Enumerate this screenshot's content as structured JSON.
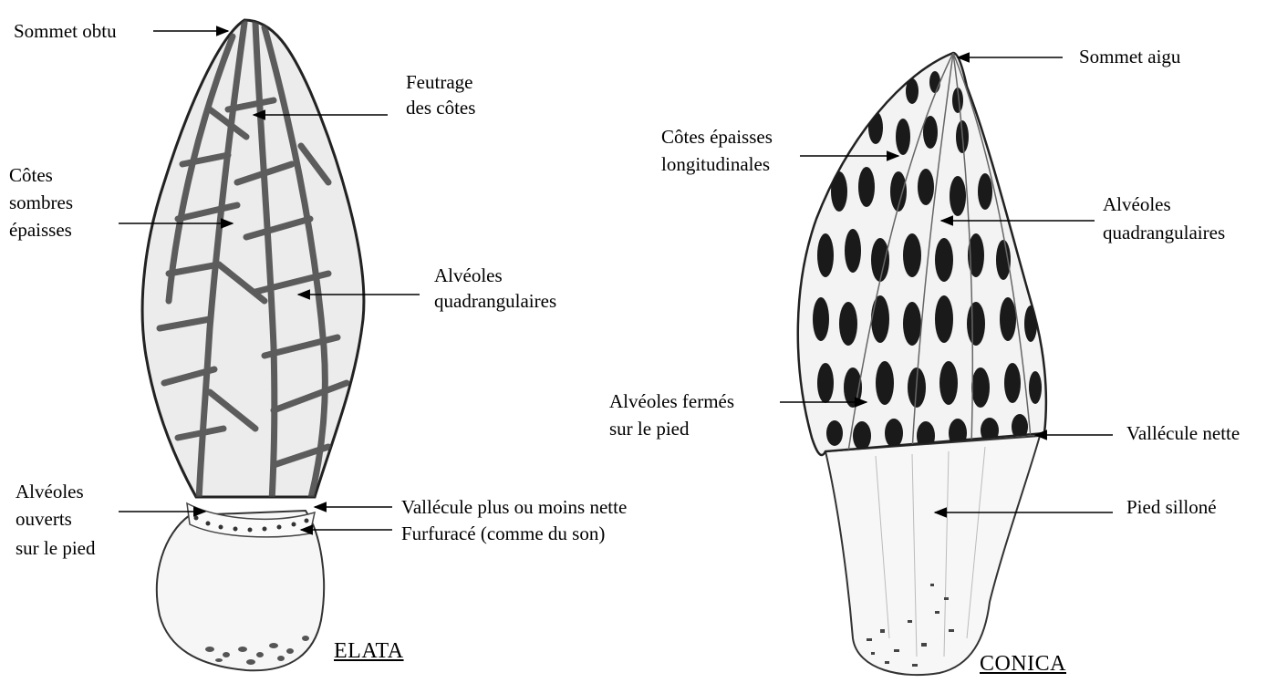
{
  "elata": {
    "title": "ELATA",
    "labels": {
      "sommet_obtu": "Sommet obtu",
      "feutrage_line1": "Feutrage",
      "feutrage_line2": "des côtes",
      "cotes_line1": "Côtes",
      "cotes_line2": "sombres",
      "cotes_line3": "épaisses",
      "alveoles_line1": "Alvéoles",
      "alveoles_line2": "quadrangulaires",
      "ouverts_line1": "Alvéoles",
      "ouverts_line2": "ouverts",
      "ouverts_line3": "sur le pied",
      "vallecule": "Vallécule plus ou moins nette",
      "furfurace": "Furfuracé (comme du son)"
    }
  },
  "conica": {
    "title": "CONICA",
    "labels": {
      "sommet_aigu": "Sommet aigu",
      "cotes_line1": "Côtes épaisses",
      "cotes_line2": "longitudinales",
      "alveoles_line1": "Alvéoles",
      "alveoles_line2": "quadrangulaires",
      "fermes_line1": "Alvéoles fermés",
      "fermes_line2": "sur le pied",
      "vallecule": "Vallécule nette",
      "pied": "Pied silloné"
    }
  },
  "colors": {
    "ink": "#000000",
    "pencil": "#555555",
    "shade": "#e6e6e6",
    "cell": "#1a1a1a"
  }
}
